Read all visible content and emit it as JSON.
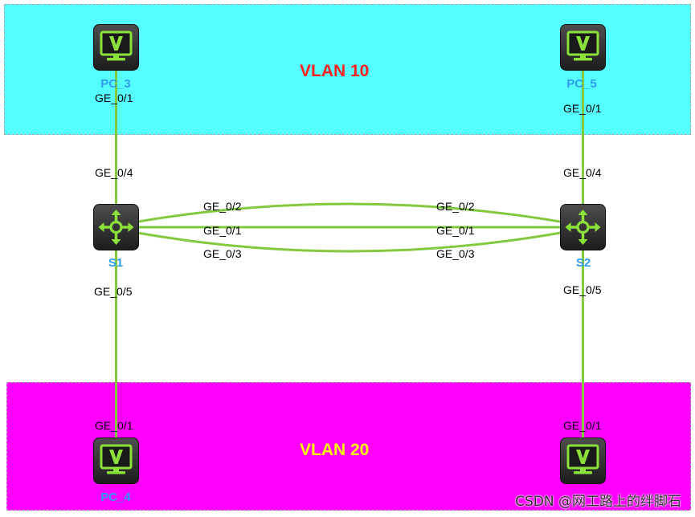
{
  "diagram": {
    "background": "#FFFFFF",
    "link_color": "#82C93E",
    "icon_color": "#8BE03A",
    "device_label_color": "#2D9CF0",
    "port_label_color": "#000000"
  },
  "vlans": {
    "vlan10": {
      "label": "VLAN 10",
      "fill": "#55FFFF",
      "label_color": "#FF1E1E"
    },
    "vlan20": {
      "label": "VLAN 20",
      "fill": "#FF00FF",
      "label_color": "#FFFF00"
    }
  },
  "devices": {
    "pc3": {
      "label": "PC_3",
      "icon": "pc-icon"
    },
    "pc5": {
      "label": "PC_5",
      "icon": "pc-icon"
    },
    "s1": {
      "label": "S1",
      "icon": "switch-icon"
    },
    "s2": {
      "label": "S2",
      "icon": "switch-icon"
    },
    "pc4": {
      "label": "PC_4",
      "icon": "pc-icon"
    },
    "pc_bottom_right": {
      "icon": "pc-icon"
    }
  },
  "links": {
    "pc3_s1": {
      "a_port": "GE_0/1",
      "b_port": "GE_0/4"
    },
    "pc5_s2": {
      "a_port": "GE_0/1",
      "b_port": "GE_0/4"
    },
    "s1_s2_upper": {
      "a_port": "GE_0/2",
      "b_port": "GE_0/2"
    },
    "s1_s2_middle": {
      "a_port": "GE_0/1",
      "b_port": "GE_0/1"
    },
    "s1_s2_lower": {
      "a_port": "GE_0/3",
      "b_port": "GE_0/3"
    },
    "s1_pc4": {
      "a_port": "GE_0/5",
      "b_port": "GE_0/1"
    },
    "s2_pc_br": {
      "a_port": "GE_0/5",
      "b_port": "GE_0/1"
    }
  },
  "watermark": "CSDN @网工路上的绊脚石"
}
